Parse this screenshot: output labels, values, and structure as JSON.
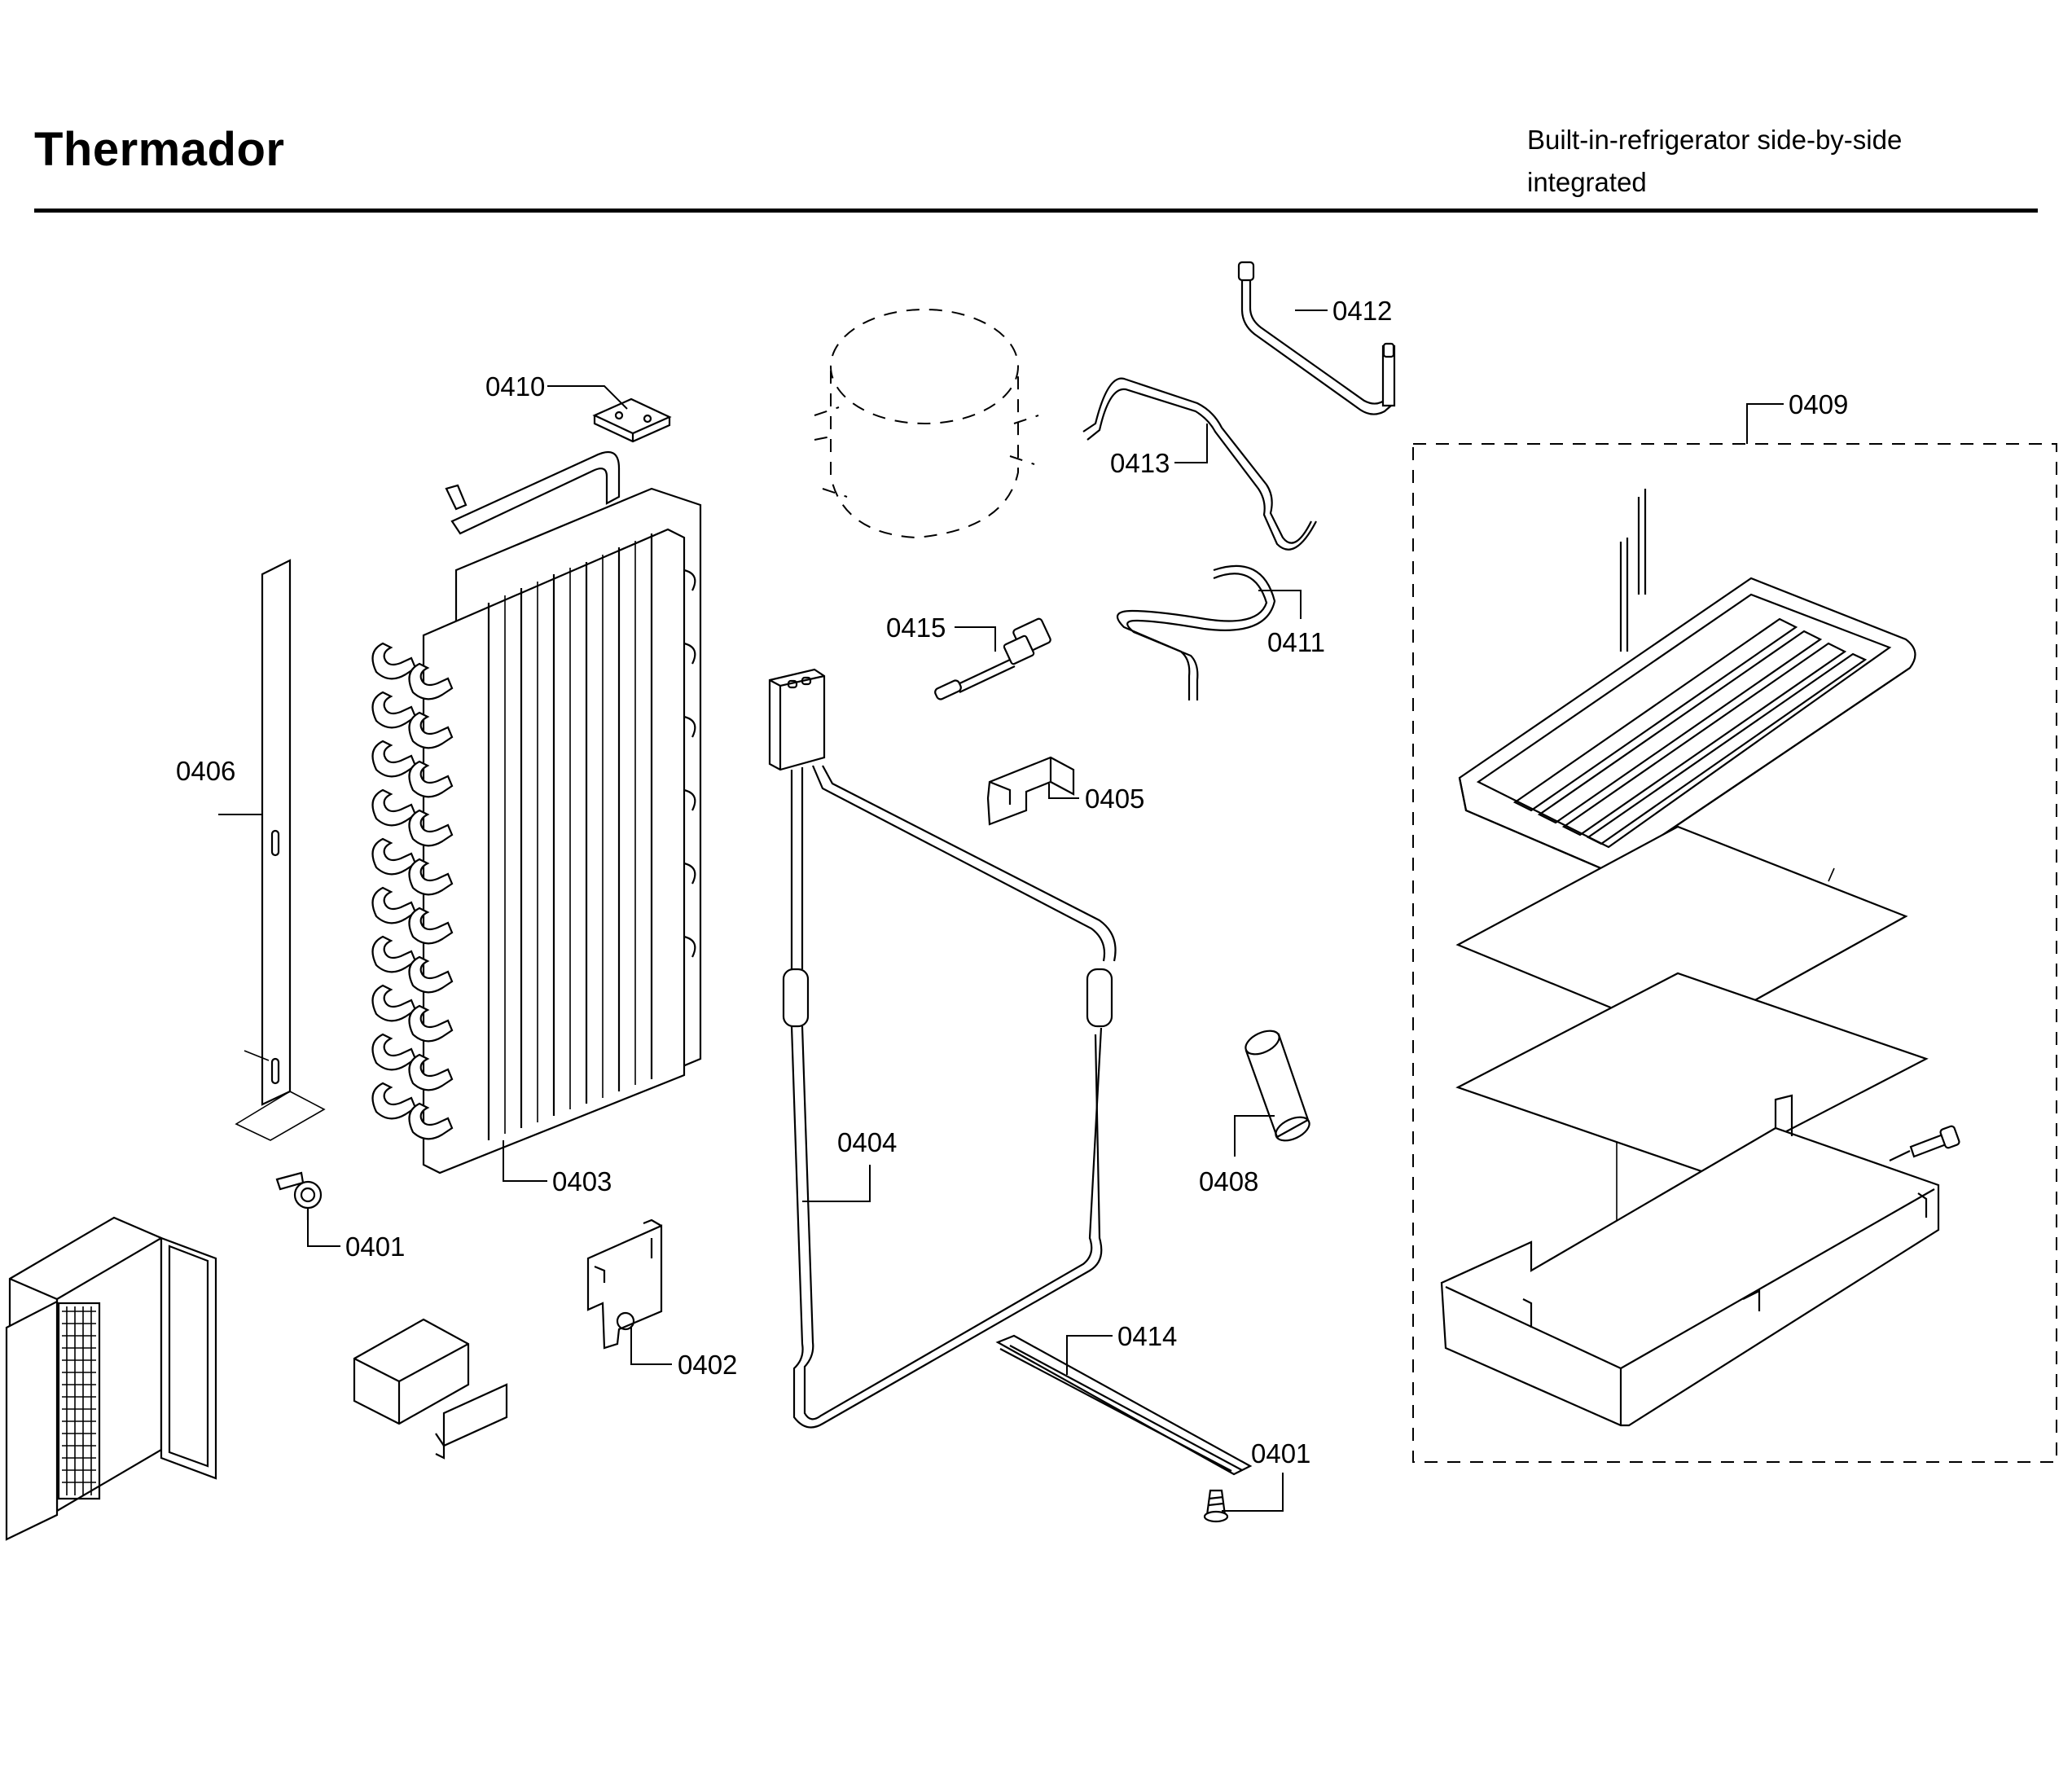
{
  "header": {
    "brand": "Thermador",
    "description_line1": "Built-in-refrigerator side-by-side",
    "description_line2": "integrated"
  },
  "callouts": {
    "c0401a": "0401",
    "c0401b": "0401",
    "c0402": "0402",
    "c0403": "0403",
    "c0404": "0404",
    "c0405": "0405",
    "c0406": "0406",
    "c0408": "0408",
    "c0409": "0409",
    "c0410": "0410",
    "c0411": "0411",
    "c0412": "0412",
    "c0413": "0413",
    "c0414": "0414",
    "c0415": "0415"
  }
}
